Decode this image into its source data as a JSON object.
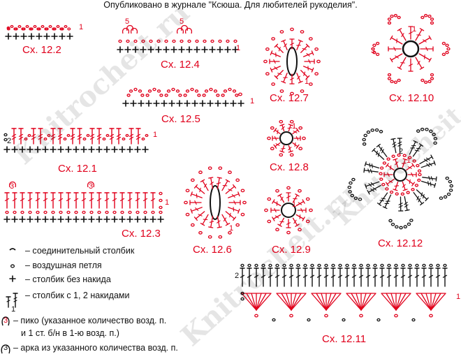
{
  "header": "Опубликовано в журнале \"Ксюша. Для любителей рукоделия\".",
  "watermark": "Knitrocheit.ru",
  "colors": {
    "red": "#e0001b",
    "black": "#111111"
  },
  "captions": {
    "c12_2": "Сх. 12.2",
    "c12_4": "Сх. 12.4",
    "c12_5": "Сх. 12.5",
    "c12_1": "Сх. 12.1",
    "c12_3": "Сх. 12.3",
    "c12_6": "Сх. 12.6",
    "c12_7": "Сх. 12.7",
    "c12_8": "Сх. 12.8",
    "c12_9": "Сх. 12.9",
    "c12_10": "Сх. 12.10",
    "c12_11": "Сх. 12.11",
    "c12_12": "Сх. 12.12"
  },
  "numbers": {
    "one": "1",
    "two": "2",
    "three": "3",
    "five": "5"
  },
  "legend": {
    "slip_stitch": "– соединительный столбик",
    "chain": "– воздушная петля",
    "sc": "– столбик без накида",
    "dc": "– столбик с 1, 2 накидами",
    "picot_1": "– пико (указанное количество возд. п.",
    "picot_2": "и 1 ст. б/н в 1-ю возд. п.)",
    "arch": "– арка из указанного количества возд. п."
  }
}
